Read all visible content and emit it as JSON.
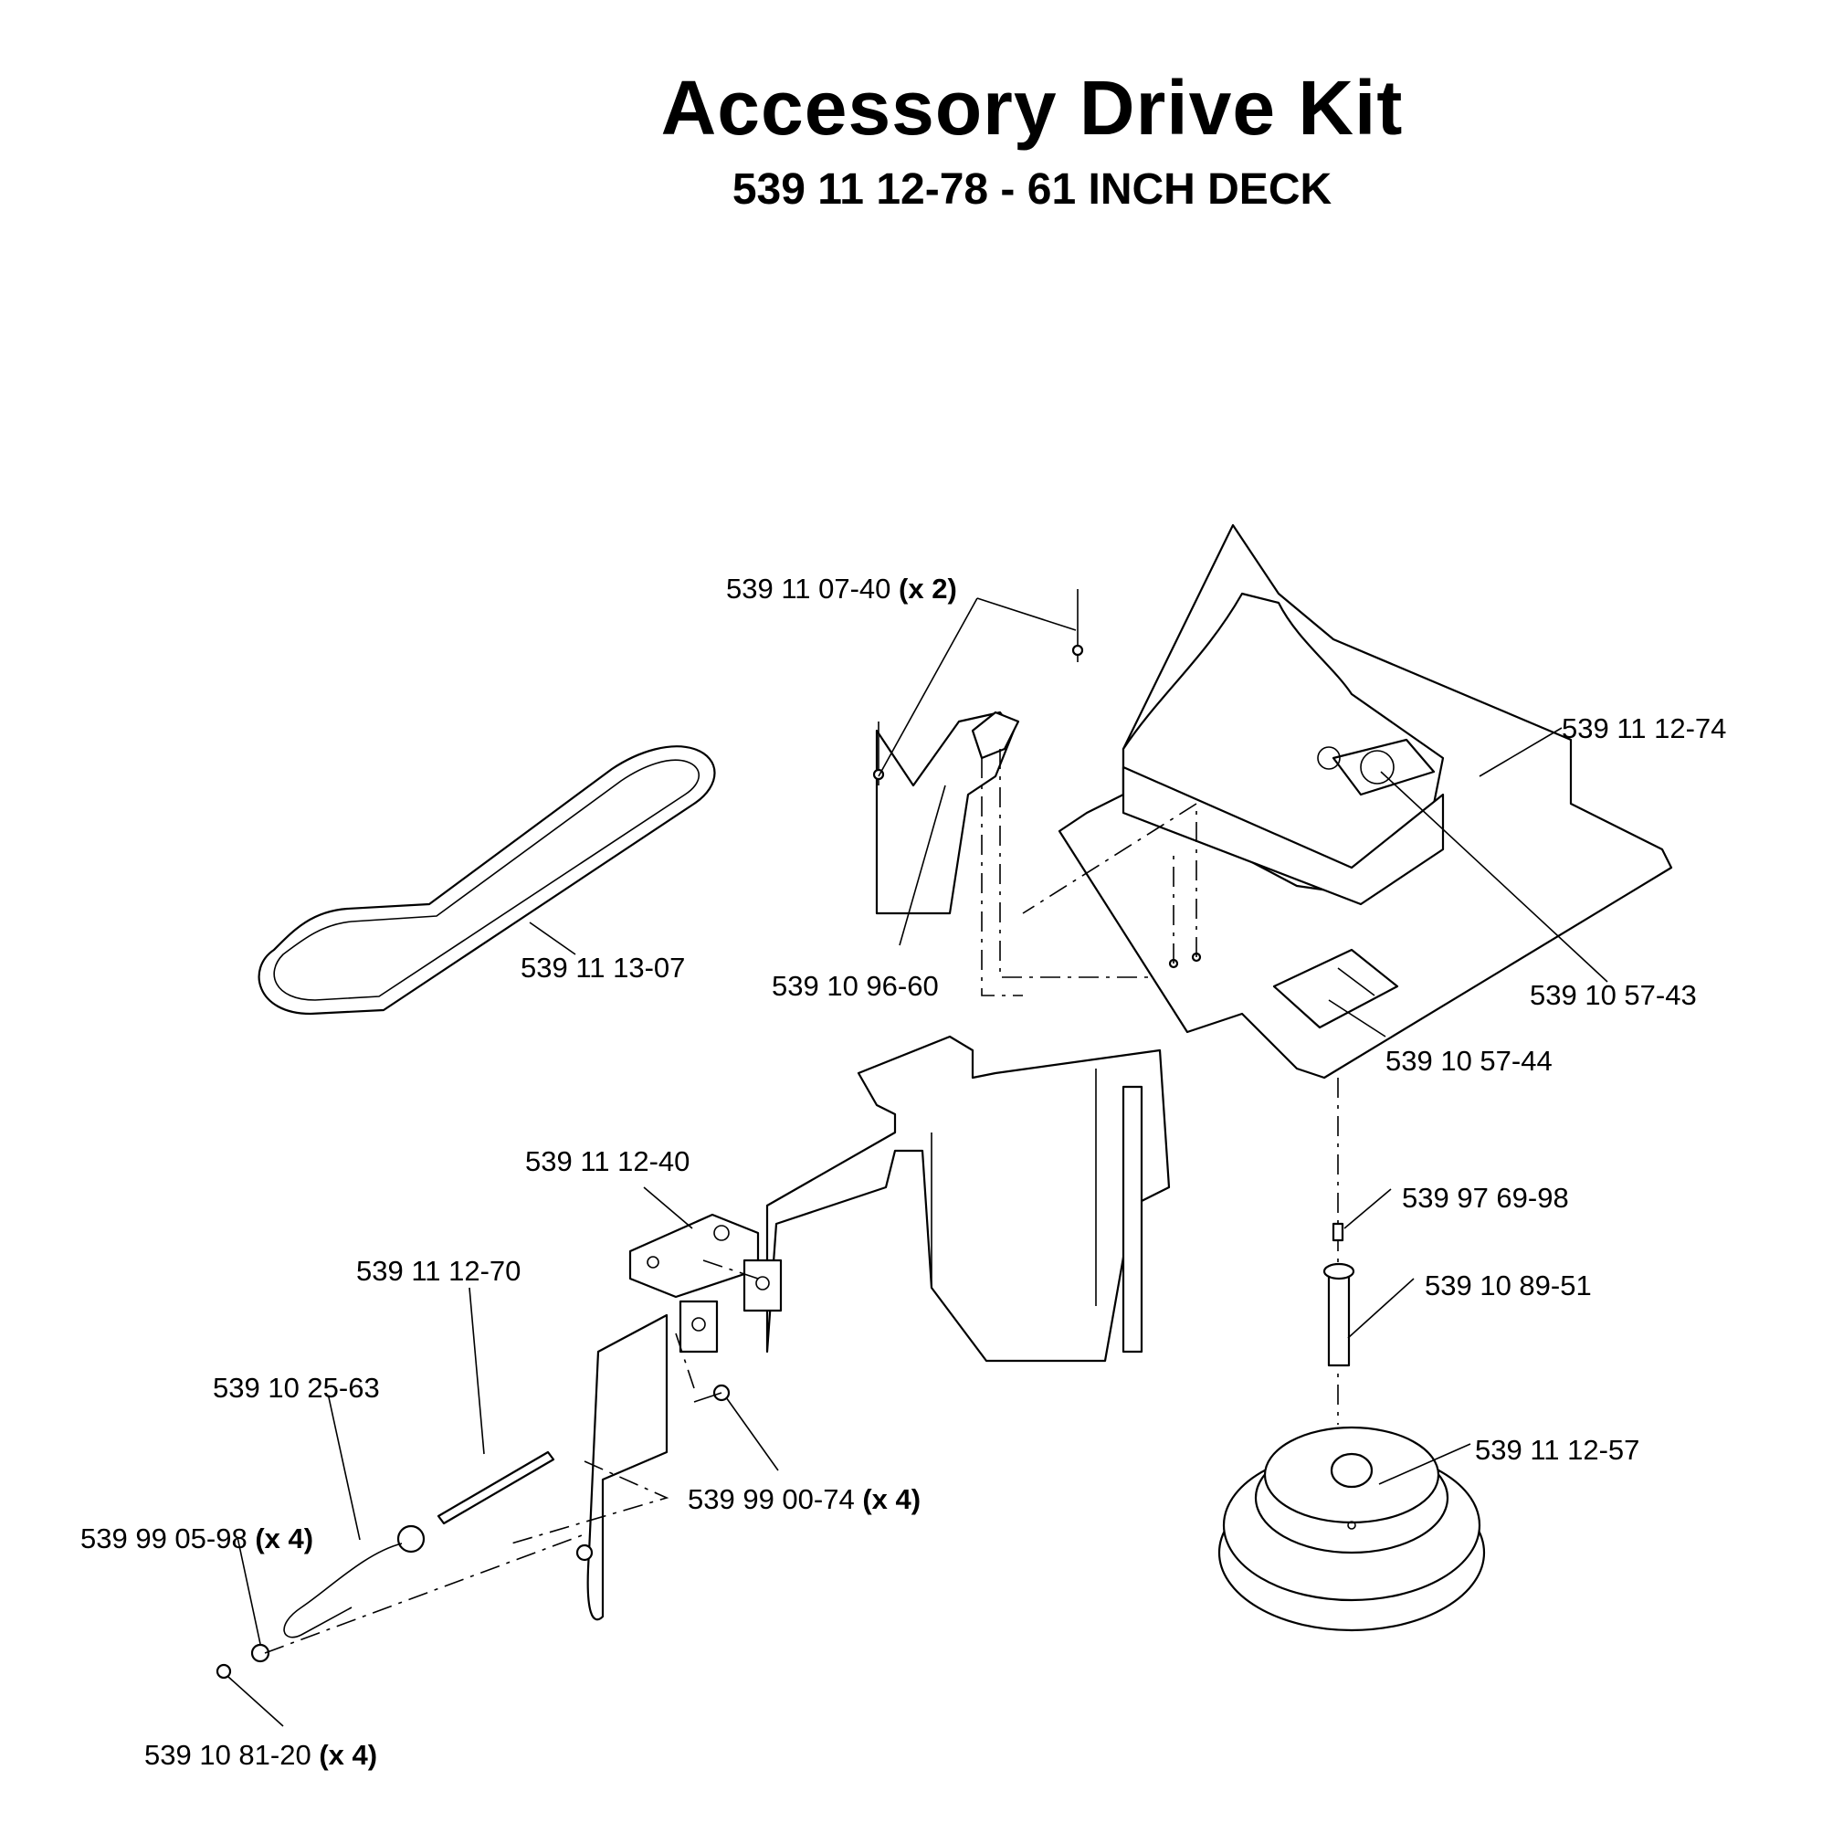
{
  "title": "Accessory Drive Kit",
  "subtitle": "539 11 12-78 - 61 INCH DECK",
  "callouts": [
    {
      "part": "539 11 07-40",
      "qty": "(x 2)"
    },
    {
      "part": "539 11 12-74",
      "qty": ""
    },
    {
      "part": "539 11 13-07",
      "qty": ""
    },
    {
      "part": "539 10 96-60",
      "qty": ""
    },
    {
      "part": "539 10 57-43",
      "qty": ""
    },
    {
      "part": "539 10 57-44",
      "qty": ""
    },
    {
      "part": "539 11 12-40",
      "qty": ""
    },
    {
      "part": "539 97 69-98",
      "qty": ""
    },
    {
      "part": "539 11 12-70",
      "qty": ""
    },
    {
      "part": "539 10 89-51",
      "qty": ""
    },
    {
      "part": "539 10 25-63",
      "qty": ""
    },
    {
      "part": "539 11 12-57",
      "qty": ""
    },
    {
      "part": "539 99 00-74",
      "qty": "(x 4)"
    },
    {
      "part": "539 99 05-98",
      "qty": "(x 4)"
    },
    {
      "part": "539 10 81-20",
      "qty": "(x 4)"
    }
  ]
}
